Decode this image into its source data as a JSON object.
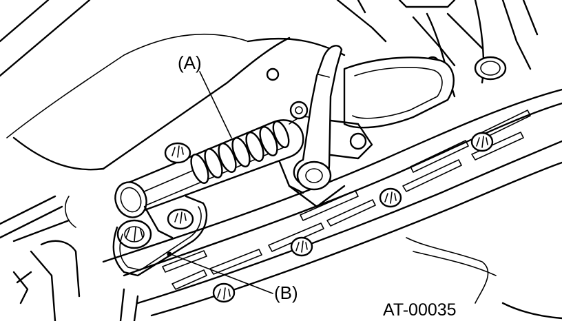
{
  "callouts": {
    "a": "(A)",
    "b": "(B)"
  },
  "figure_code": "AT-00035"
}
